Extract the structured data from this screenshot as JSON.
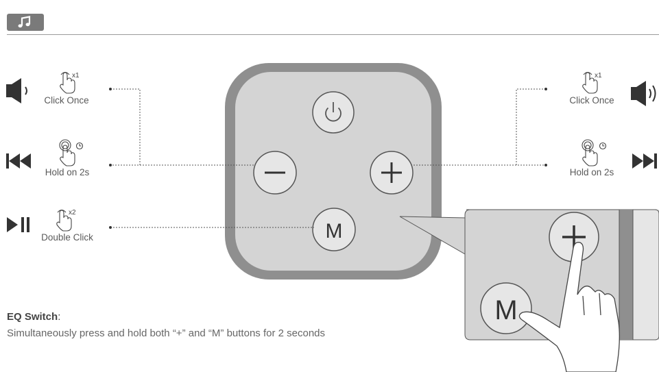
{
  "left_controls": [
    {
      "icon": "volume-down-icon",
      "action": "Click Once",
      "multiplier": "x1"
    },
    {
      "icon": "previous-track-icon",
      "action": "Hold on 2s",
      "multiplier": ""
    },
    {
      "icon": "play-pause-icon",
      "action": "Double Click",
      "multiplier": "x2"
    }
  ],
  "right_controls": [
    {
      "icon": "volume-up-icon",
      "action": "Click Once",
      "multiplier": "x1"
    },
    {
      "icon": "next-track-icon",
      "action": "Hold on 2s",
      "multiplier": ""
    }
  ],
  "device_buttons": {
    "minus": "−",
    "plus": "+",
    "mode": "M",
    "zoom_plus": "+",
    "zoom_mode": "M"
  },
  "eq": {
    "title": "EQ Switch",
    "colon": ":",
    "description": "Simultaneously press and hold both “+” and “M” buttons for 2 seconds"
  },
  "colors": {
    "device_outer": "#8f8f8f",
    "device_inner": "#d4d4d4",
    "button_fill": "#e6e6e6",
    "line": "#555555",
    "header": "#7a7a7a"
  }
}
